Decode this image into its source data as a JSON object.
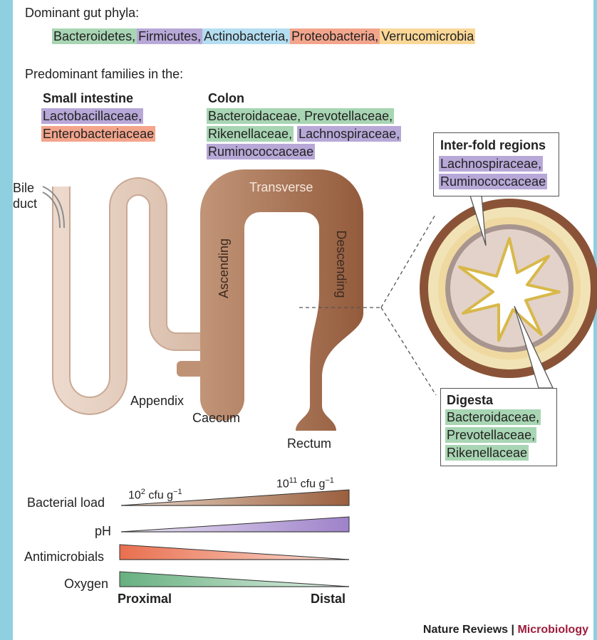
{
  "phyla": {
    "heading": "Dominant gut phyla:",
    "items": [
      {
        "label": "Bacteroidetes,",
        "color": "#a8d5b3"
      },
      {
        "label": "Firmicutes,",
        "color": "#b8a8d8"
      },
      {
        "label": "Actinobacteria,",
        "color": "#b3ddf0"
      },
      {
        "label": "Proteobacteria,",
        "color": "#f3a58c"
      },
      {
        "label": "Verrucomicrobia",
        "color": "#fad797"
      }
    ]
  },
  "families_heading": "Predominant families in the:",
  "small_intestine": {
    "title": "Small intestine",
    "families": [
      "Lactobacillaceae,",
      "Enterobacteriaceae"
    ]
  },
  "colon": {
    "title": "Colon",
    "families": [
      "Bacteroidaceae, Prevotellaceae,",
      "Rikenellaceae,",
      "Lachnospiraceae,",
      "Ruminococcaceae"
    ]
  },
  "interfold": {
    "title": "Inter-fold regions",
    "families": [
      "Lachnospiraceae,",
      "Ruminococcaceae"
    ]
  },
  "digesta": {
    "title": "Digesta",
    "families": [
      "Bacteroidaceae,",
      "Prevotellaceae,",
      "Rikenellaceae"
    ]
  },
  "anatomy": {
    "bile_duct": [
      "Bile",
      "duct"
    ],
    "transverse": "Transverse",
    "ascending": "Ascending",
    "descending": "Descending",
    "appendix": "Appendix",
    "caecum": "Caecum",
    "rectum": "Rectum"
  },
  "gradients": {
    "bacterial_load": {
      "label": "Bacterial load",
      "start": "10",
      "start_exp": "2",
      "start_unit": " cfu g",
      "end": "10",
      "end_exp": "11",
      "end_unit": " cfu g",
      "unit_exp": "−1"
    },
    "ph": {
      "label": "pH"
    },
    "antimicrobials": {
      "label": "Antimicrobials"
    },
    "oxygen": {
      "label": "Oxygen"
    },
    "proximal": "Proximal",
    "distal": "Distal"
  },
  "footer": {
    "journal": "Nature Reviews",
    "separator": " | ",
    "section": "Microbiology"
  }
}
